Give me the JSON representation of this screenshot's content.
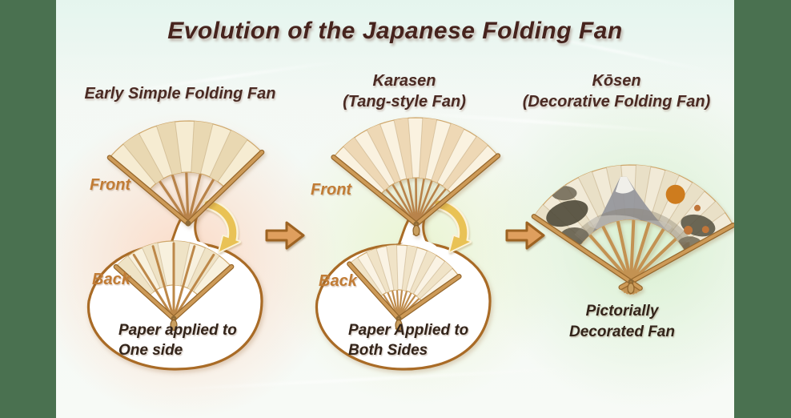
{
  "title": "Evolution of the Japanese Folding Fan",
  "panels": [
    {
      "header_line1": "Early Simple Folding Fan",
      "front_label": "Front",
      "back_label": "Back",
      "caption_line1": "Paper applied to",
      "caption_line2": "One side"
    },
    {
      "header_line1": "Karasen",
      "header_line2": "(Tang-style Fan)",
      "front_label": "Front",
      "back_label": "Back",
      "caption_line1": "Paper Applied to",
      "caption_line2": "Both Sides"
    },
    {
      "header_line1": "Kōsen",
      "header_line2": "(Decorative Folding Fan)",
      "caption_line1": "Pictorially",
      "caption_line2": "Decorated Fan"
    }
  ],
  "icons": {
    "step_arrow_1": "right-block-arrow",
    "step_arrow_2": "right-block-arrow",
    "flip_arrow_1": "curved-swoosh-arrow",
    "flip_arrow_2": "curved-swoosh-arrow"
  },
  "palette": {
    "frame_green": "#4a7150",
    "title_text": "#46231d",
    "header_text": "#4a2a23",
    "label_orange": "#c17c35",
    "caption_text": "#33241a",
    "blob_outline": "#a96b26",
    "block_arrow_fill": "#df9f5e",
    "block_arrow_outline": "#9d6322",
    "swoosh_gold": "#e9c255",
    "fan_rib_tan": "#b8834a",
    "fan_paper_cream": "#f6ecd2",
    "wash_peach": "#fbdcc4",
    "wash_green": "#ddefd4"
  }
}
